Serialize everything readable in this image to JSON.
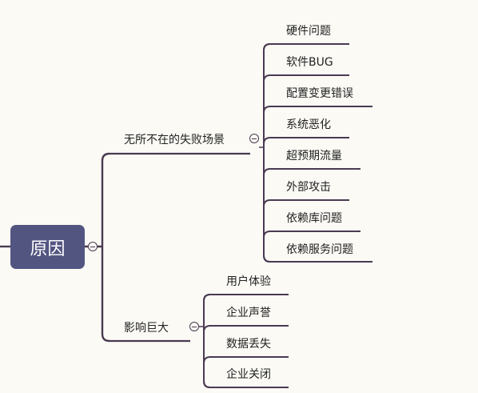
{
  "diagram": {
    "root": {
      "label": "原因"
    },
    "branches": [
      {
        "label": "无所不在的失败场景",
        "children": [
          {
            "label": "硬件问题"
          },
          {
            "label": "软件BUG"
          },
          {
            "label": "配置变更错误"
          },
          {
            "label": "系统恶化"
          },
          {
            "label": "超预期流量"
          },
          {
            "label": "外部攻击"
          },
          {
            "label": "依赖库问题"
          },
          {
            "label": "依赖服务问题"
          }
        ]
      },
      {
        "label": "影响巨大",
        "children": [
          {
            "label": "用户体验"
          },
          {
            "label": "企业声誉"
          },
          {
            "label": "数据丢失"
          },
          {
            "label": "企业关闭"
          }
        ]
      }
    ],
    "colors": {
      "line": "#4a3a52",
      "root_fill": "#535581",
      "background": "#fbfaf5"
    }
  }
}
